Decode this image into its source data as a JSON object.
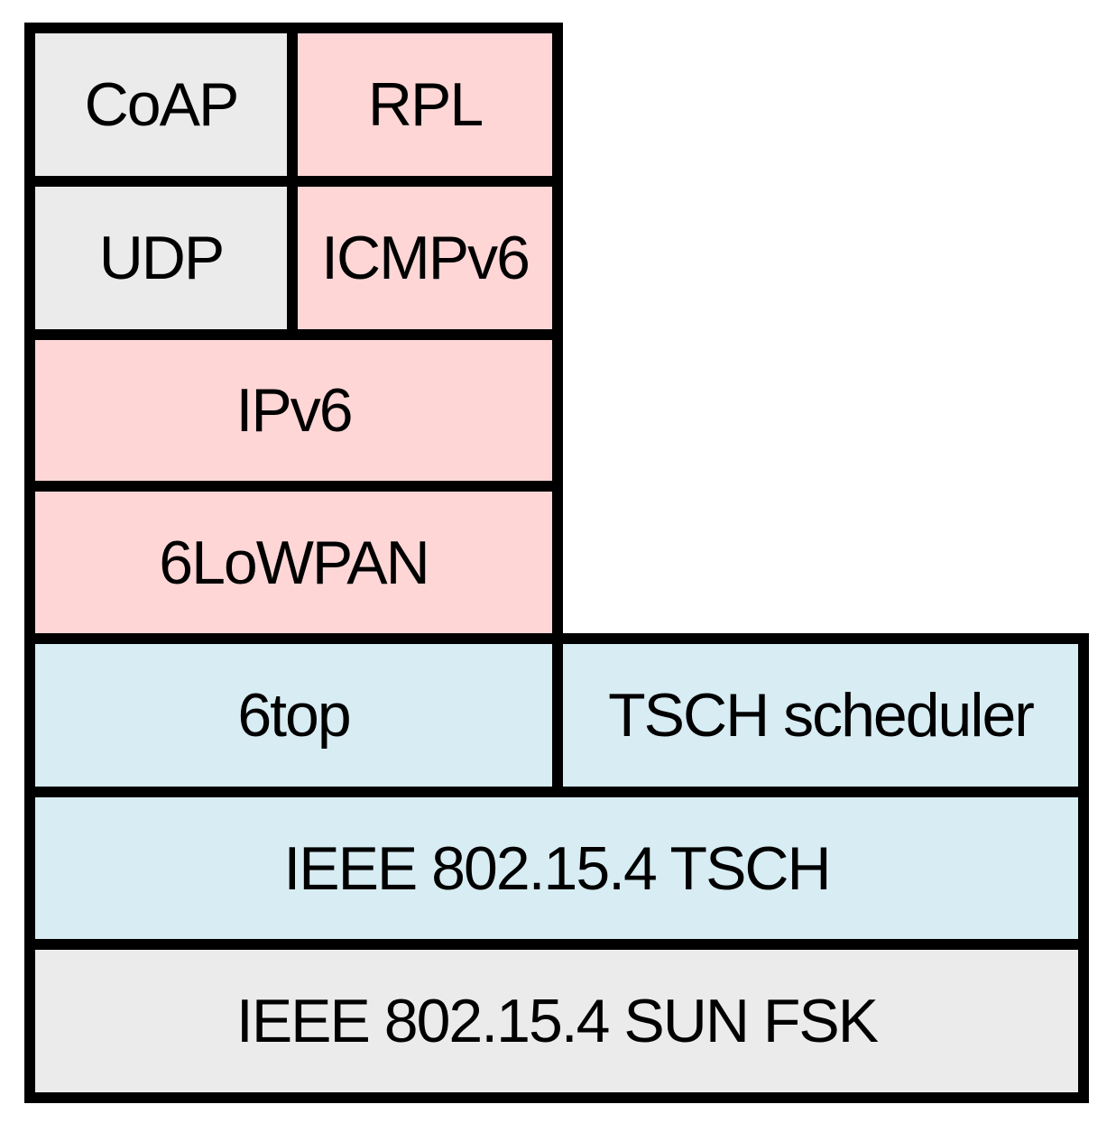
{
  "diagram": {
    "description": "protocol stack diagram",
    "palette": {
      "gray": "#ebebeb",
      "pink": "#ffd6d6",
      "blue": "#d8ecf3",
      "border": "#000000",
      "background": "#ffffff",
      "text": "#000000"
    },
    "cells": [
      {
        "label": "CoAP",
        "color": "gray",
        "col": 0,
        "colspan": 1,
        "row": 0,
        "rowspan": 1
      },
      {
        "label": "RPL",
        "color": "pink",
        "col": 1,
        "colspan": 1,
        "row": 0,
        "rowspan": 1
      },
      {
        "label": "UDP",
        "color": "gray",
        "col": 0,
        "colspan": 1,
        "row": 1,
        "rowspan": 1
      },
      {
        "label": "ICMPv6",
        "color": "pink",
        "col": 1,
        "colspan": 1,
        "row": 1,
        "rowspan": 1
      },
      {
        "label": "IPv6",
        "color": "pink",
        "col": 0,
        "colspan": 2,
        "row": 2,
        "rowspan": 1
      },
      {
        "label": "6LoWPAN",
        "color": "pink",
        "col": 0,
        "colspan": 2,
        "row": 3,
        "rowspan": 1
      },
      {
        "label": "6top",
        "color": "blue",
        "col": 0,
        "colspan": 2,
        "row": 4,
        "rowspan": 1
      },
      {
        "label": "TSCH scheduler",
        "color": "blue",
        "col": 2,
        "colspan": 1,
        "row": 4,
        "rowspan": 1
      },
      {
        "label": "IEEE 802.15.4 TSCH",
        "color": "blue",
        "col": 0,
        "colspan": 3,
        "row": 5,
        "rowspan": 1
      },
      {
        "label": "IEEE 802.15.4 SUN FSK",
        "color": "gray",
        "col": 0,
        "colspan": 3,
        "row": 6,
        "rowspan": 1
      }
    ]
  }
}
